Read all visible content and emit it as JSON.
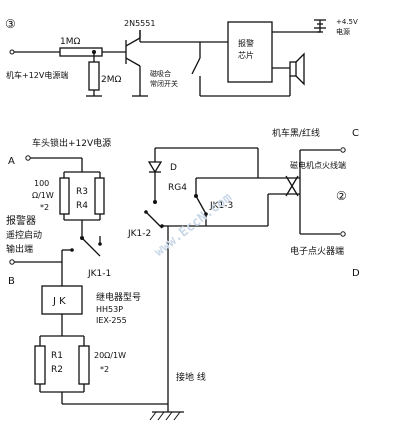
{
  "top_circuit": {
    "marker": "③",
    "resistor_1": "1MΩ",
    "resistor_2": "2MΩ",
    "transistor": "2N5551",
    "input_label": "机车+12V电源端",
    "reed_switch_label_1": "磁吸合",
    "reed_switch_label_2": "常闭开关",
    "alarm_chip_label_1": "报警",
    "alarm_chip_label_2": "芯片",
    "supply_label_1": "+4.5V",
    "supply_label_2": "电源"
  },
  "bottom_circuit": {
    "marker": "②",
    "terminal_a": "A",
    "terminal_a_label": "车头锁出+12V电源",
    "resistor_value_1": "100",
    "resistor_value_2": "Ω/1W",
    "resistor_value_3": "*2",
    "r3": "R3",
    "r4": "R4",
    "alarm_label_1": "报警器",
    "alarm_label_2": "遥控启动",
    "alarm_label_3": "输出端",
    "terminal_b": "B",
    "jk1_1": "JK1-1",
    "relay_box": "J K",
    "relay_model_1": "继电器型号",
    "relay_model_2": "HH53P",
    "relay_model_3": "IEX-255",
    "r1": "R1",
    "r2": "R2",
    "r12_value_1": "20Ω/1W",
    "r12_value_2": "*2",
    "ground_label": "接地 线",
    "diode_d": "D",
    "rg4": "RG4",
    "jk1_2": "JK1-2",
    "jk1_3": "JK1-3",
    "loco_wire": "机车黑/红线",
    "magneto_label": "磁电机点火线端",
    "electronic_ign": "电子点火器端",
    "terminal_c": "C",
    "terminal_d": "D",
    "watermark": "www.EccN.com"
  },
  "colors": {
    "line": "#111111",
    "watermark": "#c9d8e8"
  }
}
